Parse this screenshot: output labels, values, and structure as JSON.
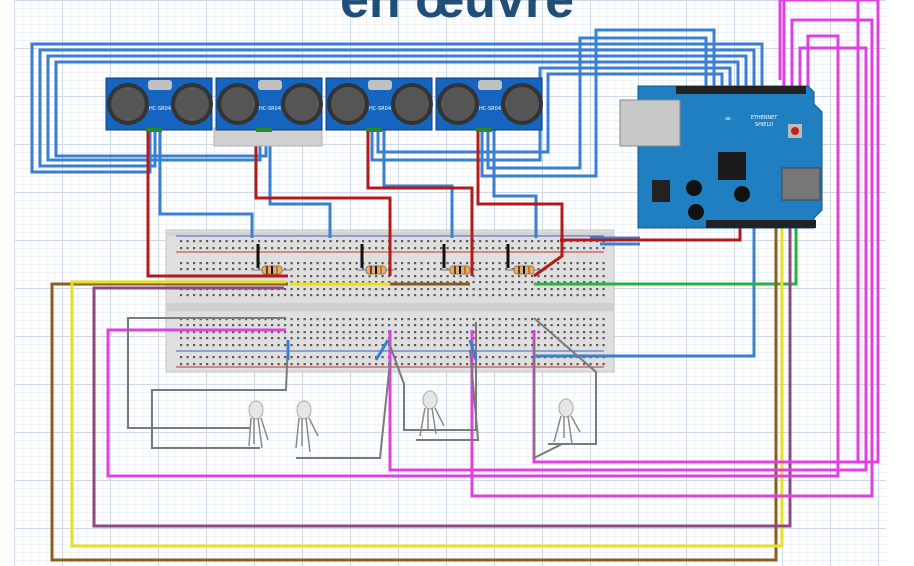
{
  "slide": {
    "title": "en œuvre"
  },
  "sensors": [
    {
      "label": "HC-SR04"
    },
    {
      "label": "HC-SR04"
    },
    {
      "label": "HC-SR04"
    },
    {
      "label": "HC-SR04"
    }
  ],
  "shield": {
    "name": "ETHERNET",
    "subname": "SHIELD",
    "logo": "∞"
  },
  "colors": {
    "trig_echo_wires": "#3a7fd0",
    "power_wires": "#b31b1b",
    "rgb_wires": "#e040e0",
    "board_blue": "#1f7fc0",
    "sensor_blue": "#1565c0"
  },
  "leds": [
    {
      "type": "rgb-led"
    },
    {
      "type": "rgb-led"
    },
    {
      "type": "rgb-led"
    },
    {
      "type": "rgb-led"
    }
  ]
}
